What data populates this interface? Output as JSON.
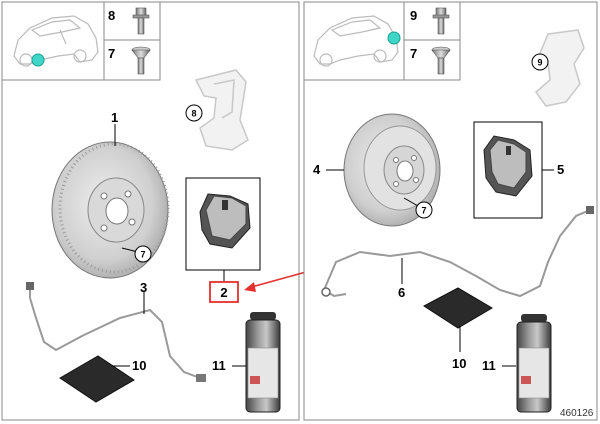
{
  "diagram_id": "460126",
  "left_panel": {
    "inset_labels": [
      "8",
      "7"
    ],
    "part_labels": {
      "disc": "1",
      "disc_bolt": "7",
      "caliper_bolt": "8",
      "pad_box": "2",
      "sensor": "3",
      "grease": "10",
      "spray": "11"
    }
  },
  "right_panel": {
    "inset_labels": [
      "9",
      "7"
    ],
    "part_labels": {
      "disc": "4",
      "disc_bolt": "7",
      "caliper_bolt": "9",
      "pads": "5",
      "sensor": "6",
      "grease": "10",
      "spray": "11"
    }
  },
  "colors": {
    "callout": "#e53030",
    "highlight_marker": "#3fd6c8",
    "frame": "#888888"
  }
}
